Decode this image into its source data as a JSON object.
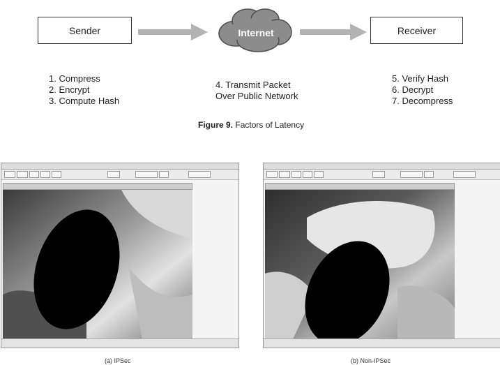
{
  "diagram": {
    "sender_label": "Sender",
    "internet_label": "Internet",
    "receiver_label": "Receiver",
    "sender_steps": [
      "1. Compress",
      "2. Encrypt",
      "3. Compute Hash"
    ],
    "internet_steps": [
      "4. Transmit Packet",
      "Over Public Network"
    ],
    "receiver_steps": [
      "5. Verify Hash",
      "6. Decrypt",
      "7. Decompress"
    ],
    "figure_label": "Figure 9.",
    "figure_caption": "Factors of Latency",
    "colors": {
      "arrow": "#b3b3b3",
      "cloud": "#8c8c8c",
      "box_border": "#333333"
    }
  },
  "screenshots": [
    {
      "caption": "(a)  IPSec"
    },
    {
      "caption": "(b)  Non-IPSec"
    }
  ]
}
